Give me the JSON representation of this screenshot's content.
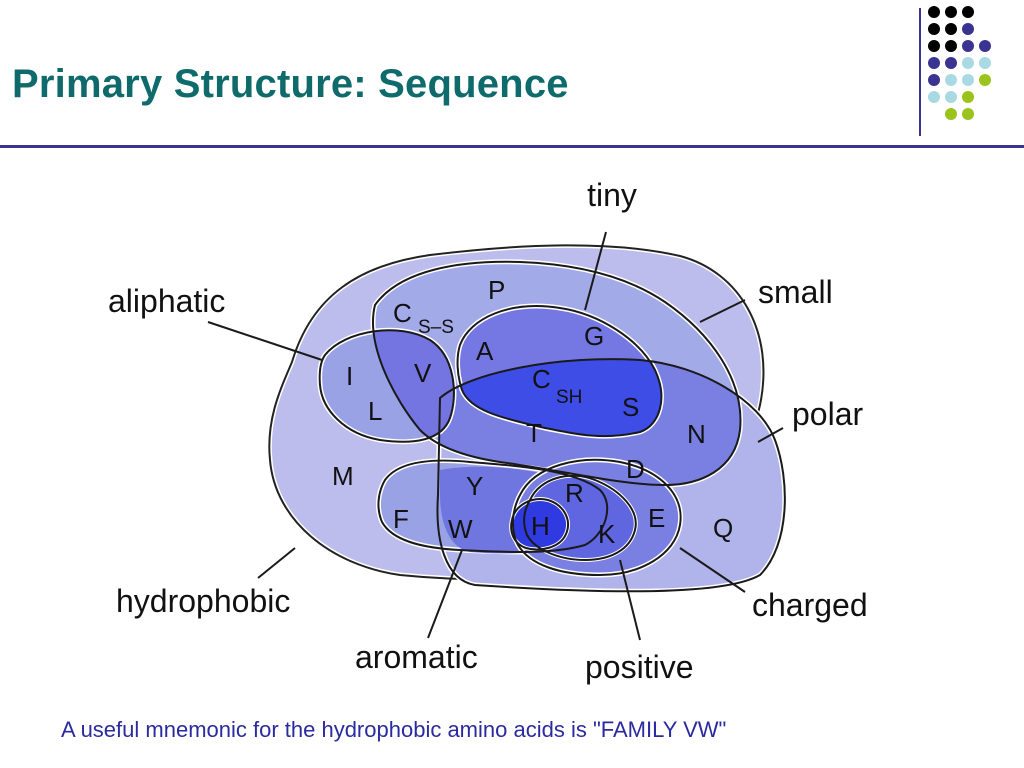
{
  "slide": {
    "title": "Primary Structure: Sequence",
    "caption": "A useful mnemonic for the hydrophobic amino acids is \"FAMILY VW\""
  },
  "diagram": {
    "group_labels": {
      "tiny": "tiny",
      "small": "small",
      "aliphatic": "aliphatic",
      "polar": "polar",
      "hydrophobic": "hydrophobic",
      "charged": "charged",
      "aromatic": "aromatic",
      "positive": "positive"
    },
    "amino_acids": {
      "P": "P",
      "C_ss": "C",
      "C_ss_sub": "S–S",
      "G": "G",
      "A": "A",
      "I": "I",
      "V": "V",
      "L": "L",
      "C_sh": "C",
      "C_sh_sub": "SH",
      "S": "S",
      "T": "T",
      "N": "N",
      "M": "M",
      "D": "D",
      "Y": "Y",
      "R": "R",
      "F": "F",
      "W": "W",
      "H": "H",
      "K": "K",
      "E": "E",
      "Q": "Q"
    }
  },
  "colors": {
    "title": "#0f6b6b",
    "rule": "#3a3391",
    "caption": "#2b2aa0",
    "region_light": "#bcbdec",
    "region_mid": "#9aa2e6",
    "region_dark": "#7475e0",
    "region_core": "#3e4de6",
    "dot_black": "#000000",
    "dot_indigo": "#3a3391",
    "dot_lightblue": "#a9d9e2",
    "dot_lime": "#9ac31c"
  }
}
